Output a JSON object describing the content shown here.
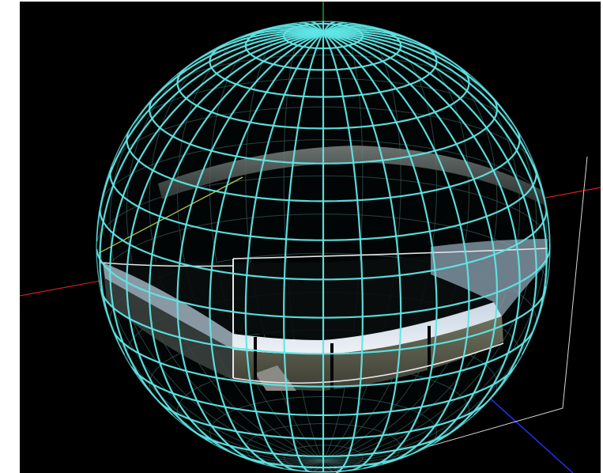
{
  "scene": {
    "type": "3d-viewport",
    "background_color": "#000000",
    "sphere_grid_color": "#5fe6e6",
    "sphere_back_grid_color": "#3a5a5a",
    "axis_colors": {
      "x": "#d11f1f",
      "y": "#25c42a",
      "z": "#2233ff"
    },
    "band_outline_color": "#e8e8e8",
    "ground_plane_color": "#d8d8d8",
    "horizon_line_color": "#b6c94a",
    "panorama_colors": {
      "sky_top": "#c9d6e3",
      "sky_bottom": "#eef2f5",
      "field_top": "#6f7460",
      "field_bottom": "#3d3c32",
      "road": "#8b8b86"
    },
    "icons": [
      "sphere-wireframe",
      "panorama-band",
      "axis-lines",
      "ground-plane"
    ]
  }
}
